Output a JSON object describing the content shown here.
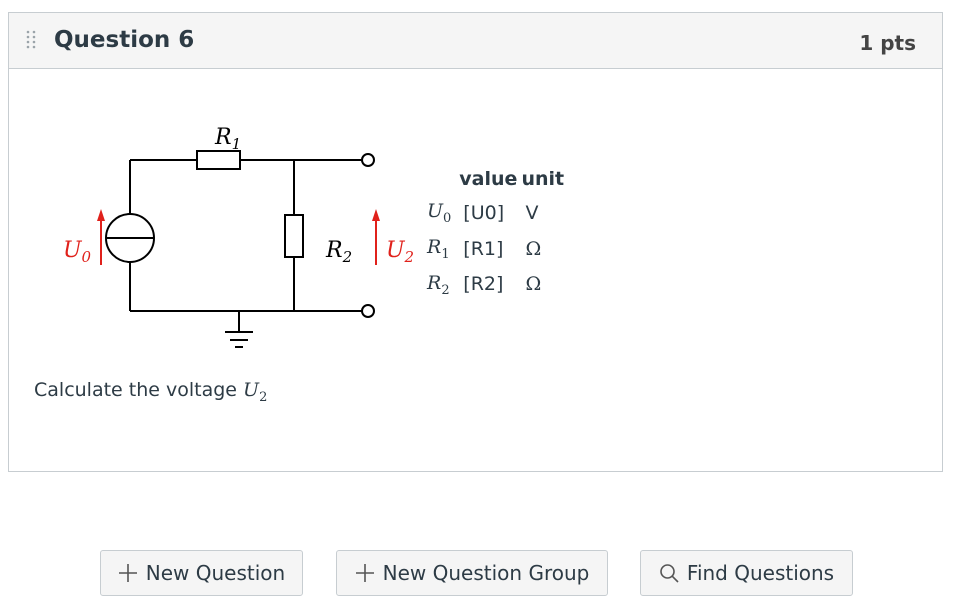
{
  "question": {
    "title": "Question 6",
    "points": "1 pts",
    "text": "Calculate the voltage",
    "text_symbol": "U",
    "text_symbol_sub": "2"
  },
  "circuit": {
    "r1_label": "R",
    "r1_sub": "1",
    "r2_label": "R",
    "r2_sub": "2",
    "u0_label": "U",
    "u0_sub": "0",
    "u2_label": "U",
    "u2_sub": "2",
    "arrow_color": "#e0211b"
  },
  "values_table": {
    "header_value": "value",
    "header_unit": "unit",
    "rows": [
      {
        "sym": "U",
        "sub": "0",
        "value": "[U0]",
        "unit": "V"
      },
      {
        "sym": "R",
        "sub": "1",
        "value": "[R1]",
        "unit": "Ω"
      },
      {
        "sym": "R",
        "sub": "2",
        "value": "[R2]",
        "unit": "Ω"
      }
    ]
  },
  "buttons": {
    "new_question": "New Question",
    "new_question_group": "New Question Group",
    "find_questions": "Find Questions"
  }
}
